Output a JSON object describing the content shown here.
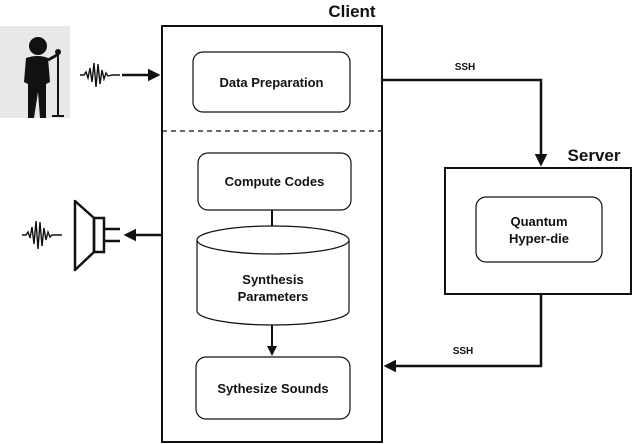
{
  "client": {
    "title": "Client"
  },
  "server": {
    "title": "Server"
  },
  "nodes": {
    "data_preparation": "Data Preparation",
    "compute_codes": "Compute Codes",
    "synthesis_parameters": "Synthesis\nParameters",
    "synthesize_sounds": "Sythesize Sounds",
    "quantum_hyperdie": "Quantum\nHyper-die"
  },
  "edges": {
    "to_server": "SSH",
    "from_server": "SSH"
  },
  "icons": {
    "singer": "singer-with-microphone-icon",
    "input_wave": "sound-wave-icon",
    "output_wave": "sound-wave-icon",
    "speaker": "loudspeaker-icon"
  },
  "colors": {
    "stroke": "#111111",
    "figure": "#111111",
    "figure_bg": "#e8e8e8"
  }
}
